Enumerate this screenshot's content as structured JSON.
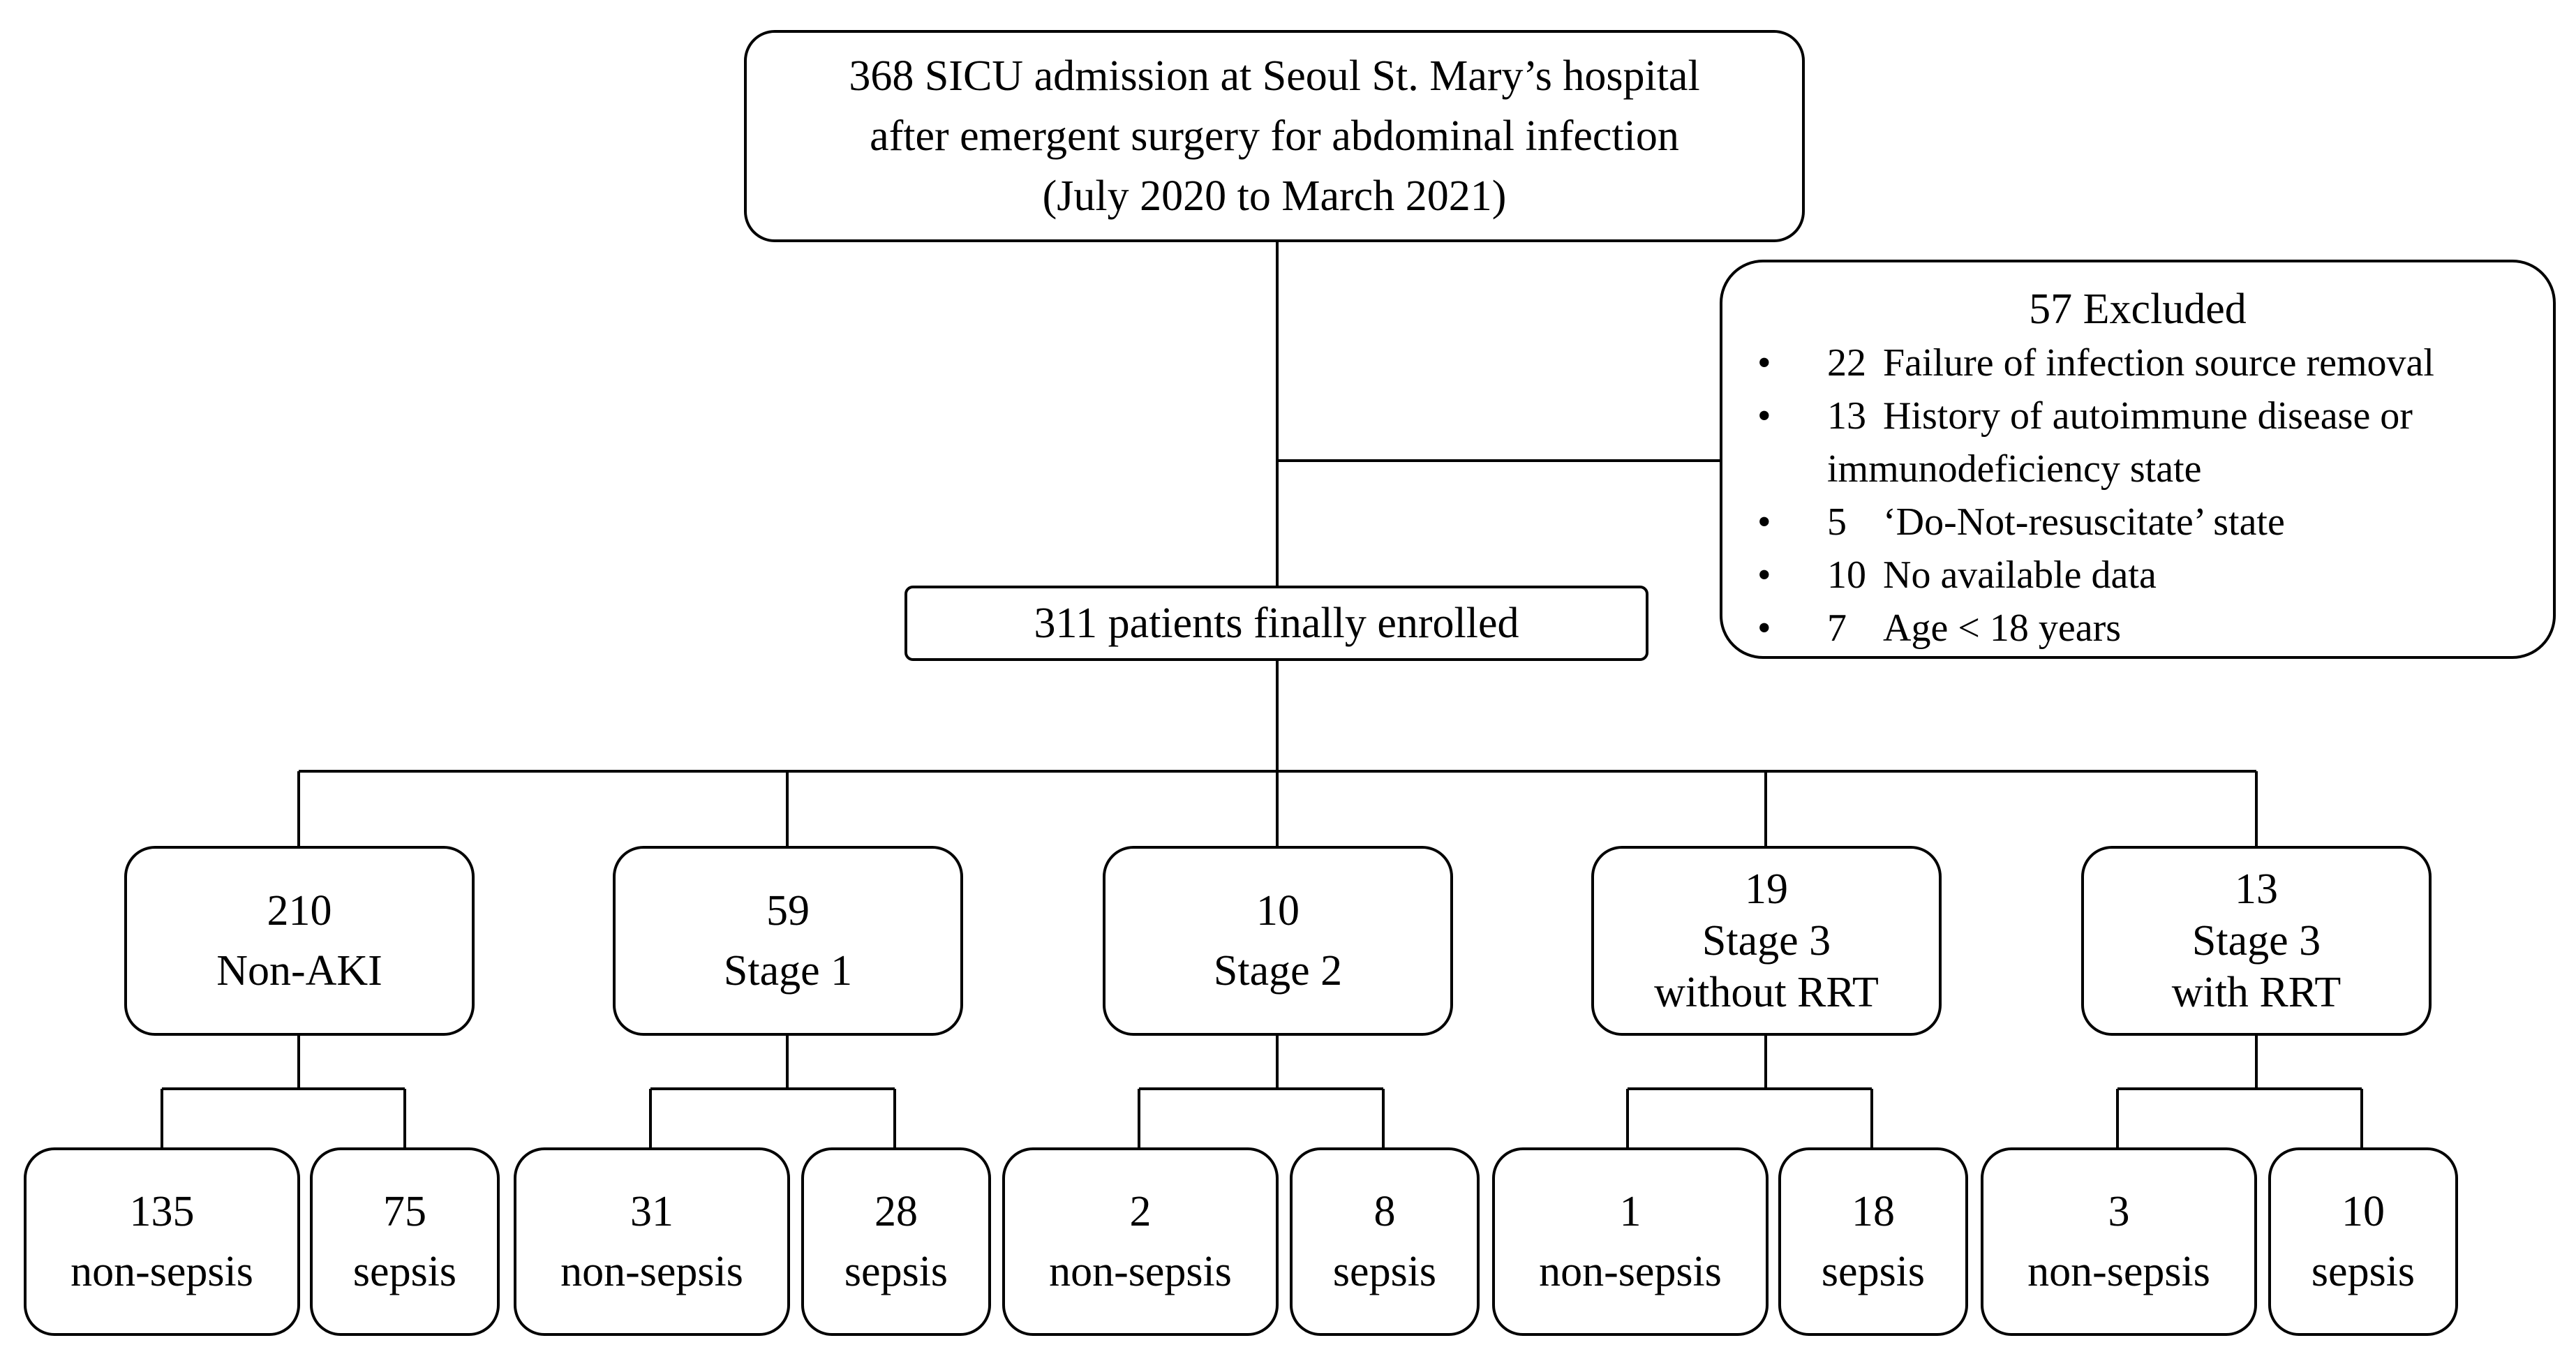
{
  "top": {
    "lines": [
      "368 SICU admission at Seoul St. Mary’s hospital",
      "after emergent surgery for abdominal infection",
      "(July 2020 to March 2021)"
    ]
  },
  "excluded": {
    "title": "57 Excluded",
    "items": [
      {
        "n": "22",
        "text": "Failure of infection source removal"
      },
      {
        "n": "13",
        "text": "History of autoimmune disease or",
        "cont": "immunodeficiency state"
      },
      {
        "n": "5",
        "text": "‘Do-Not-resuscitate’ state"
      },
      {
        "n": "10",
        "text": "No available data"
      },
      {
        "n": "7",
        "text": "Age < 18 years"
      }
    ],
    "bullet": "•"
  },
  "enrolled": {
    "label": "311 patients finally enrolled"
  },
  "stages": [
    {
      "count": "210",
      "label": "Non-AKI",
      "label2": ""
    },
    {
      "count": "59",
      "label": "Stage 1",
      "label2": ""
    },
    {
      "count": "10",
      "label": "Stage 2",
      "label2": ""
    },
    {
      "count": "19",
      "label": "Stage 3",
      "label2": "without RRT"
    },
    {
      "count": "13",
      "label": "Stage 3",
      "label2": "with RRT"
    }
  ],
  "leaves": [
    {
      "count": "135",
      "label": "non-sepsis"
    },
    {
      "count": "75",
      "label": "sepsis"
    },
    {
      "count": "31",
      "label": "non-sepsis"
    },
    {
      "count": "28",
      "label": "sepsis"
    },
    {
      "count": "2",
      "label": "non-sepsis"
    },
    {
      "count": "8",
      "label": "sepsis"
    },
    {
      "count": "1",
      "label": "non-sepsis"
    },
    {
      "count": "18",
      "label": "sepsis"
    },
    {
      "count": "3",
      "label": "non-sepsis"
    },
    {
      "count": "10",
      "label": "sepsis"
    }
  ]
}
